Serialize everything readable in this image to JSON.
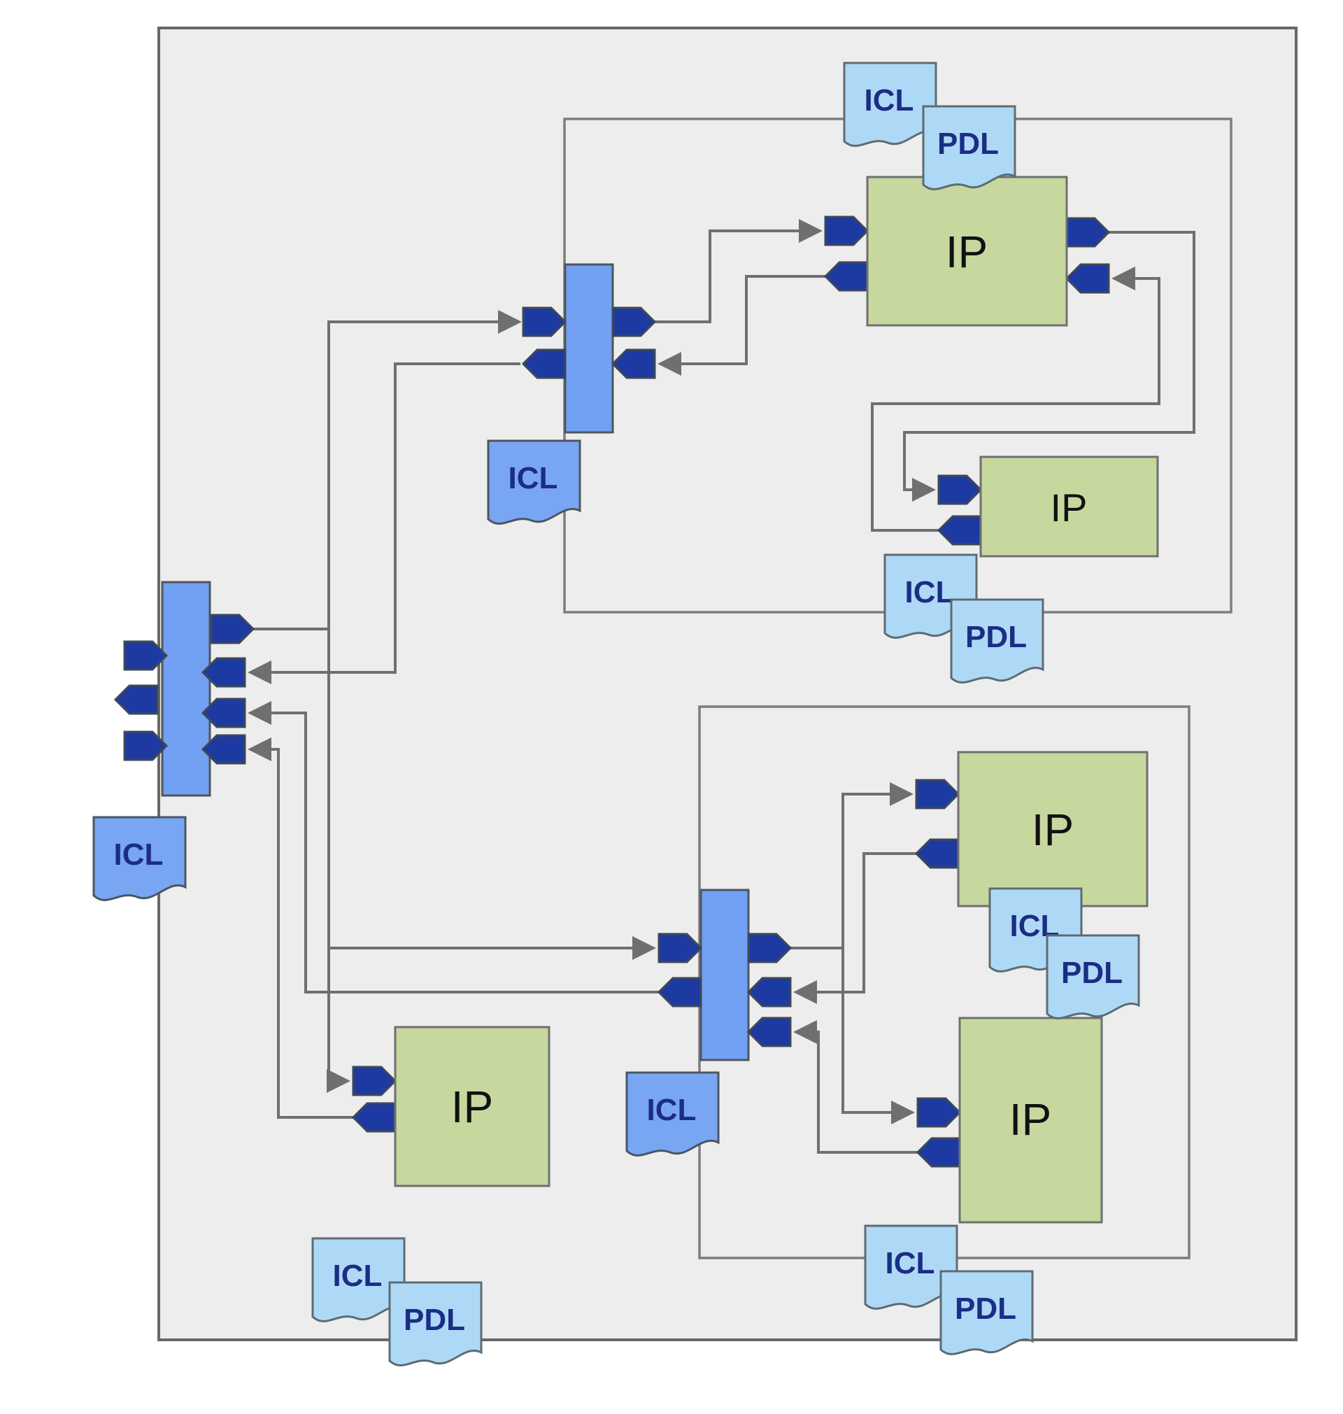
{
  "diagram": {
    "kind": "chip test-network diagram (ICL/PDL instrumentation)",
    "background": "#ffffff",
    "chip_fill": "#ededed",
    "ip_fill": "#c6d89e",
    "interconnect_fill": "#72a0f2",
    "port_fill": "#1c3aa2",
    "wire_color": "#6f6f6f",
    "doc_ip_fill": "#aed9f6",
    "doc_interconnect_fill": "#79a6f3",
    "doc_text_color": "#1b2d85"
  },
  "modules": {
    "ip_blocks": [
      {
        "id": "ip-top-right",
        "label": "IP"
      },
      {
        "id": "ip-mid-right",
        "label": "IP"
      },
      {
        "id": "ip-bottom-left",
        "label": "IP"
      },
      {
        "id": "ip-lower-right-upper",
        "label": "IP"
      },
      {
        "id": "ip-lower-right-lower",
        "label": "IP"
      }
    ],
    "interconnects": [
      {
        "id": "interconnect-left"
      },
      {
        "id": "interconnect-top"
      },
      {
        "id": "interconnect-bottom"
      }
    ],
    "documents": [
      {
        "id": "doc-icl-ip-top-right",
        "label": "ICL"
      },
      {
        "id": "doc-pdl-ip-top-right",
        "label": "PDL"
      },
      {
        "id": "doc-icl-interconnect-top",
        "label": "ICL"
      },
      {
        "id": "doc-icl-ip-mid-right",
        "label": "ICL"
      },
      {
        "id": "doc-pdl-ip-mid-right",
        "label": "PDL"
      },
      {
        "id": "doc-icl-interconnect-left",
        "label": "ICL"
      },
      {
        "id": "doc-icl-ip-lower-right-upper",
        "label": "ICL"
      },
      {
        "id": "doc-pdl-ip-lower-right-upper",
        "label": "PDL"
      },
      {
        "id": "doc-icl-interconnect-bottom",
        "label": "ICL"
      },
      {
        "id": "doc-icl-ip-lower-right-lower",
        "label": "ICL"
      },
      {
        "id": "doc-pdl-ip-lower-right-lower",
        "label": "PDL"
      },
      {
        "id": "doc-icl-ip-bottom-left",
        "label": "ICL"
      },
      {
        "id": "doc-pdl-ip-bottom-left",
        "label": "PDL"
      }
    ]
  }
}
